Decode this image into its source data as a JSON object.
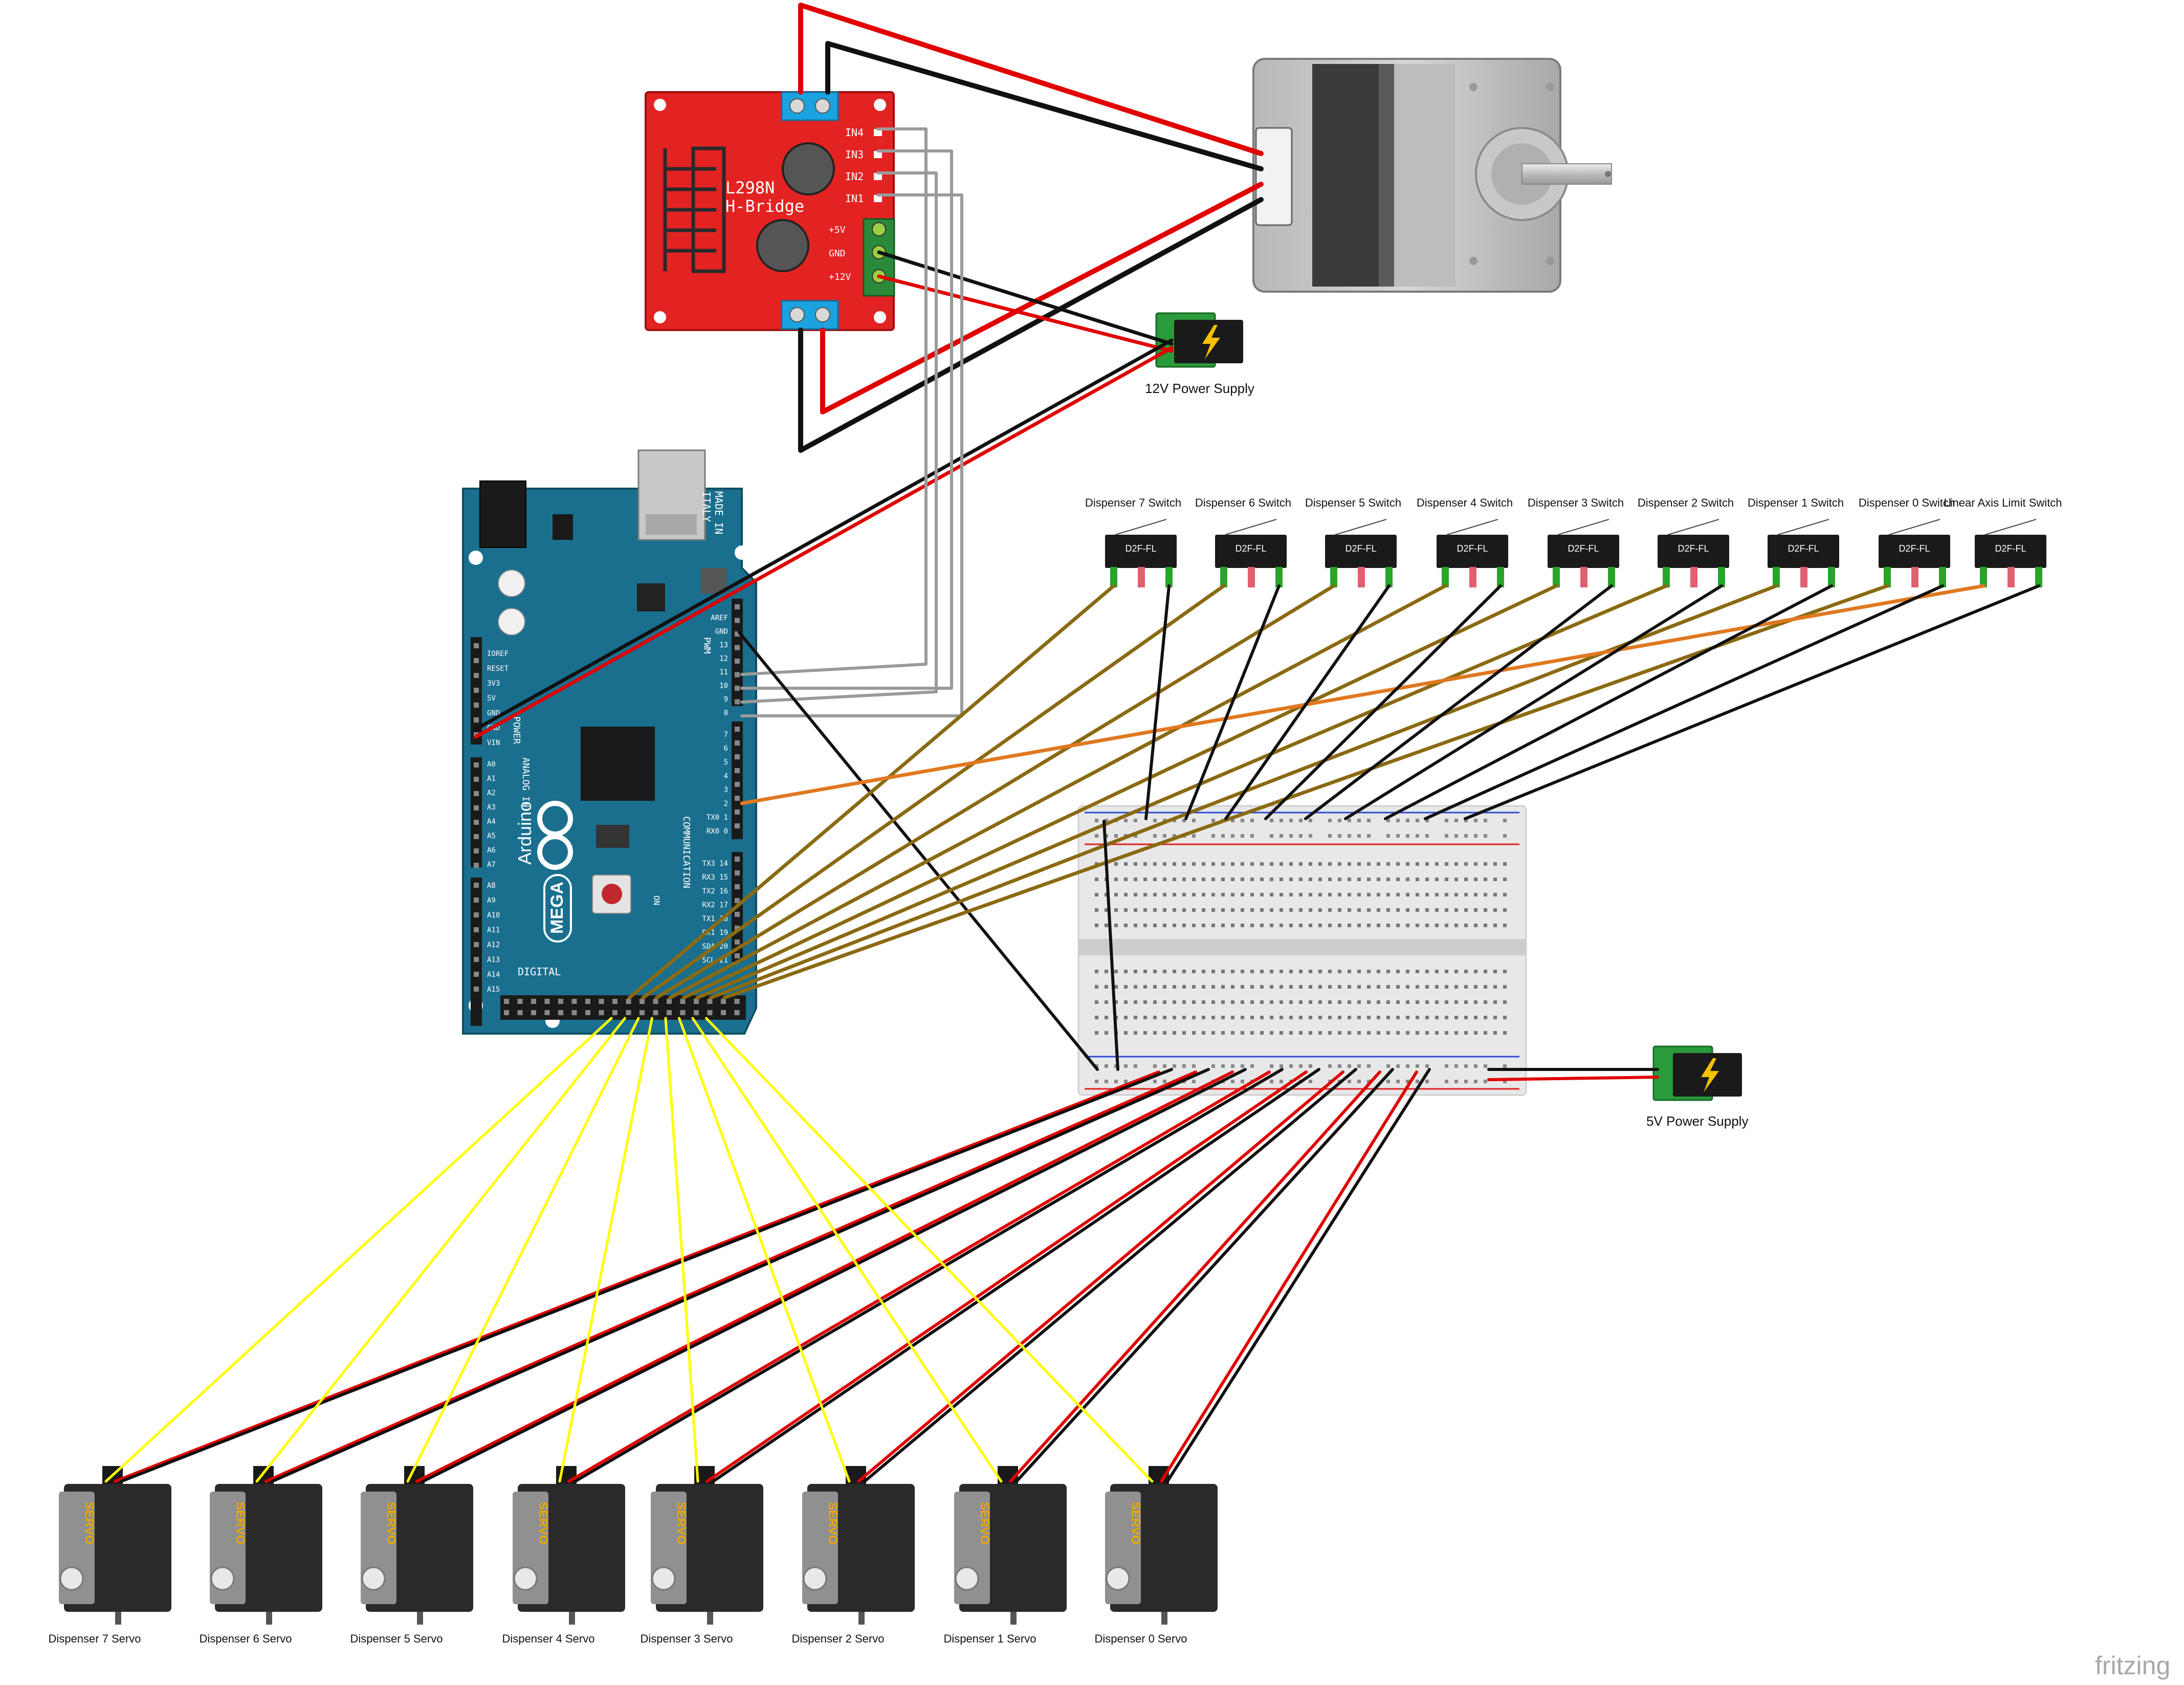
{
  "hbridge": {
    "title_line1": "L298N",
    "title_line2": "H-Bridge",
    "pins": [
      "IN4",
      "IN3",
      "IN2",
      "IN1"
    ],
    "power_pins": [
      "+5V",
      "GND",
      "+12V"
    ]
  },
  "arduino": {
    "brand": "Arduino",
    "model": "MEGA",
    "made_in_line1": "MADE IN",
    "made_in_line2": "ITALY",
    "left_power_pins": [
      "IOREF",
      "RESET",
      "3V3",
      "5V",
      "GND",
      "GND",
      "VIN"
    ],
    "power_label": "POWER",
    "analog_label": "ANALOG IN",
    "analog_pins": [
      "A0",
      "A1",
      "A2",
      "A3",
      "A4",
      "A5",
      "A6",
      "A7",
      "A8",
      "A9",
      "A10",
      "A11",
      "A12",
      "A13",
      "A14",
      "A15"
    ],
    "pwm_pins": [
      "AREF",
      "GND",
      "13",
      "12",
      "11",
      "10",
      "9",
      "8",
      "7",
      "6",
      "5",
      "4",
      "3",
      "2",
      "TX0 1",
      "RX0 0"
    ],
    "pwm_label": "PWM",
    "comm_label": "COMMUNICATION",
    "comm_pins": [
      "TX3 14",
      "RX3 15",
      "TX2 16",
      "RX2 17",
      "TX1 18",
      "RX1 19",
      "SDA 20",
      "SCL 21"
    ],
    "digital_label": "DIGITAL",
    "on_label": "ON"
  },
  "switches": {
    "part_label": "D2F-FL",
    "labels": [
      "Dispenser 7 Switch",
      "Dispenser 6 Switch",
      "Dispenser 5 Switch",
      "Dispenser 4 Switch",
      "Dispenser 3 Switch",
      "Dispenser 2 Switch",
      "Dispenser 1 Switch",
      "Dispenser 0 Switch",
      "Linear Axis Limit Switch"
    ]
  },
  "servos": {
    "body_label": "SERVO",
    "labels": [
      "Dispenser 7 Servo",
      "Dispenser 6 Servo",
      "Dispenser 5 Servo",
      "Dispenser 4 Servo",
      "Dispenser 3 Servo",
      "Dispenser 2 Servo",
      "Dispenser 1 Servo",
      "Dispenser 0 Servo"
    ]
  },
  "power_supplies": {
    "supply_12v": "12V Power Supply",
    "supply_5v": "5V Power Supply"
  },
  "watermark": "fritzing",
  "colors": {
    "wire_red": "#e00000",
    "wire_black": "#111111",
    "wire_yellow": "#ffff00",
    "wire_brown": "#8a6a12",
    "wire_orange": "#e07820",
    "wire_grey": "#9a9a9a",
    "hbridge_red": "#e32222",
    "arduino_blue": "#1a6f8f",
    "breadboard": "#e8e8e8"
  }
}
